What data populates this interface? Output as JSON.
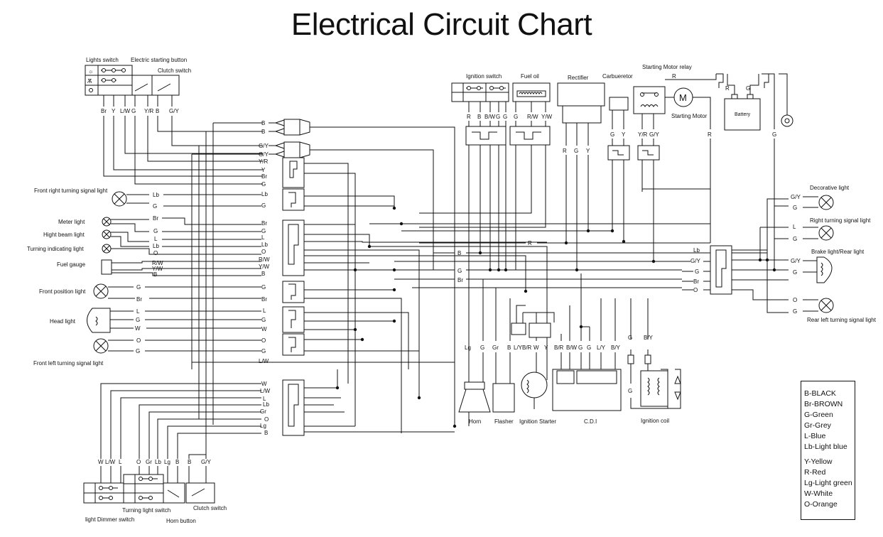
{
  "title": "Electrical Circuit Chart",
  "components": {
    "lights_switch": "Lights switch",
    "electric_starting_button": "Electric starting button",
    "clutch_switch_top": "Clutch switch",
    "front_right_turning": "Front right turning signal light",
    "meter_light": "Meter light",
    "high_beam": "Hight beam light",
    "turning_indicating": "Turning indicating light",
    "fuel_gauge": "Fuel gauge",
    "front_position": "Front position light",
    "head_light": "Head light",
    "front_left_turning": "Front left turning signal light",
    "ignition_switch": "Ignition switch",
    "fuel_oil": "Fuel oil",
    "rectifier": "Rectifier",
    "carburetor": "Carbueretor",
    "starting_motor_relay": "Starting Motor relay",
    "starting_motor": "Starting Motor",
    "battery": "Battery",
    "decorative_light": "Decorative light",
    "right_turning": "Right turning signal light",
    "brake_rear": "Brake light/Rear light",
    "rear_left_turning": "Rear left turning signal light",
    "horn": "Horn",
    "flasher": "Flasher",
    "ignition_starter": "Ignition Starter",
    "cdi": "C.D.I",
    "ignition_coil": "Ignition coil",
    "light_dimmer": "light Dimmer switch",
    "turning_light_switch": "Turning light switch",
    "horn_button": "Horn button",
    "clutch_switch_bottom": "Clutch switch"
  },
  "legend": [
    "B-BLACK",
    "Br-BROWN",
    "G-Green",
    "Gr-Grey",
    "L-Blue",
    "Lb-Light blue",
    "Y-Yellow",
    "R-Red",
    "Lg-Light green",
    "W-White",
    "O-Orange"
  ],
  "wire_labels": {
    "top_switch": [
      "Br",
      "Y",
      "L/W",
      "G",
      "Y/R",
      "B",
      "G/Y"
    ],
    "bottom_switch": [
      "W",
      "L/W",
      "L",
      "O",
      "Gr",
      "Lb",
      "Lg",
      "B",
      "B",
      "G/Y"
    ],
    "ignition": [
      "R",
      "B",
      "B/W",
      "G",
      "G"
    ],
    "fuel": [
      "G",
      "R/W",
      "Y/W"
    ],
    "rectifier": [
      "R",
      "G",
      "Y"
    ],
    "carb": [
      "G",
      "Y"
    ],
    "relay": [
      "Y/R",
      "G/Y"
    ],
    "lower_mid": [
      "Lg",
      "G",
      "Gr",
      "B",
      "L/Y",
      "B/R",
      "W",
      "Y",
      "B/R",
      "B/W",
      "G",
      "G",
      "L/Y",
      "B/Y"
    ],
    "coil": [
      "G",
      "B/Y"
    ],
    "right_lights": [
      "G/Y",
      "G",
      "L",
      "G",
      "G/Y",
      "G",
      "O",
      "G"
    ],
    "harness_right": [
      "Lb",
      "G/Y",
      "G",
      "Br",
      "O"
    ]
  },
  "connectors_left": [
    {
      "rows": [
        "B",
        "B"
      ]
    },
    {
      "rows": [
        "G/Y",
        "G/Y"
      ]
    },
    {
      "rows": [
        "Y/R",
        "Y",
        "Br",
        "G"
      ]
    },
    {
      "rows": [
        "Lb",
        "G"
      ]
    },
    {
      "rows": [
        "Br",
        "G",
        "L",
        "Lb",
        "O",
        "R/W",
        "Y/W",
        "B"
      ]
    },
    {
      "rows": [
        "G",
        "Br"
      ]
    },
    {
      "rows": [
        "L",
        "G",
        "W"
      ]
    },
    {
      "rows": [
        "O",
        "G"
      ]
    },
    {
      "rows": [
        "L/W"
      ]
    },
    {
      "rows": [
        "W",
        "L/W",
        "L",
        "Lb",
        "Gr",
        "O",
        "Lg",
        "B"
      ]
    }
  ],
  "left_lamp_wires": {
    "front_right": [
      "Lb",
      "G"
    ],
    "meter_group": [
      "Br",
      "G",
      "L",
      "Lb",
      "O",
      "R/W",
      "Y/W",
      "B"
    ],
    "front_pos": [
      "G",
      "Br"
    ],
    "head": [
      "L",
      "G",
      "W"
    ],
    "front_left": [
      "O",
      "G"
    ]
  },
  "mid_bus_labels": [
    "R",
    "B",
    "G",
    "Br"
  ]
}
